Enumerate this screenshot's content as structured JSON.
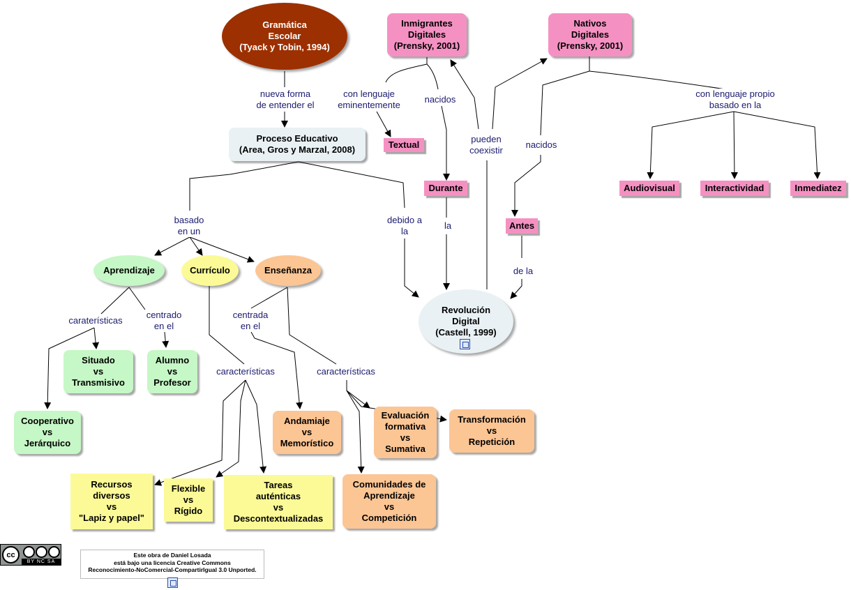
{
  "nodes": {
    "gramatica": "Gramática\nEscolar\n(Tyack y Tobin, 1994)",
    "proceso": "Proceso Educativo\n(Area, Gros y Marzal, 2008)",
    "inmigrantes": "Inmigrantes\nDigitales\n(Prensky, 2001)",
    "nativos": "Nativos\nDigitales\n(Prensky, 2001)",
    "textual": "Textual",
    "durante": "Durante",
    "antes": "Antes",
    "audiovisual": "Audiovisual",
    "interactividad": "Interactividad",
    "inmediatez": "Inmediatez",
    "revolucion": "Revolución\nDigital\n(Castell, 1999)",
    "aprendizaje": "Aprendizaje",
    "curriculo": "Currículo",
    "ensenanza": "Enseñanza",
    "situado": "Situado\nvs\nTransmisivo",
    "alumno": "Alumno\nvs\nProfesor",
    "cooperativo": "Cooperativo\nvs\nJerárquico",
    "andamiaje": "Andamiaje\nvs\nMemorístico",
    "evaluacion": "Evaluación\nformativa\nvs\nSumativa",
    "transformacion": "Transformación\nvs\nRepetición",
    "comunidades": "Comunidades de\nAprendizaje\nvs\nCompetición",
    "recursos": "Recursos\ndiversos\nvs\n\"Lapiz y papel\"",
    "flexible": "Flexible\nvs\nRígido",
    "tareas": "Tareas\nauténticas\nvs\nDescontextualizadas"
  },
  "links": {
    "nueva_forma": "nueva forma\nde entender el",
    "con_lenguaje_em": "con lenguaje\neminentemente",
    "nacidos_1": "nacidos",
    "pueden_coexistir": "pueden\ncoexistir",
    "nacidos_2": "nacidos",
    "con_lenguaje_propio": "con lenguaje propio\nbasado en la",
    "basado_en_un": "basado\nen un",
    "debido_a_la": "debido a\nla",
    "la": "la",
    "de_la": "de la",
    "carateristicas": "caraterísticas",
    "centrado_en_el": "centrado\nen el",
    "caracteristicas_1": "características",
    "centrada_en_el": "centrada\nen el",
    "caracteristicas_2": "características"
  },
  "footer": {
    "cc_mark": "cc",
    "cc_terms": "BY NC SA",
    "license_text": "Este obra de Daniel Losada\nestá bajo una licencia Creative Commons\nReconocimiento-NoComercial-CompartirIgual 3.0 Unported."
  },
  "icons": [
    "submap-icon",
    "creative-commons-badge",
    "document-icon"
  ],
  "colors": {
    "brown": "#9c3000",
    "pink": "#f591c2",
    "gray_blue": "#e9f1f4",
    "green": "#c6f7c6",
    "yellow": "#fcfa96",
    "orange": "#fcc594",
    "link_text": "#1a1a6e"
  }
}
